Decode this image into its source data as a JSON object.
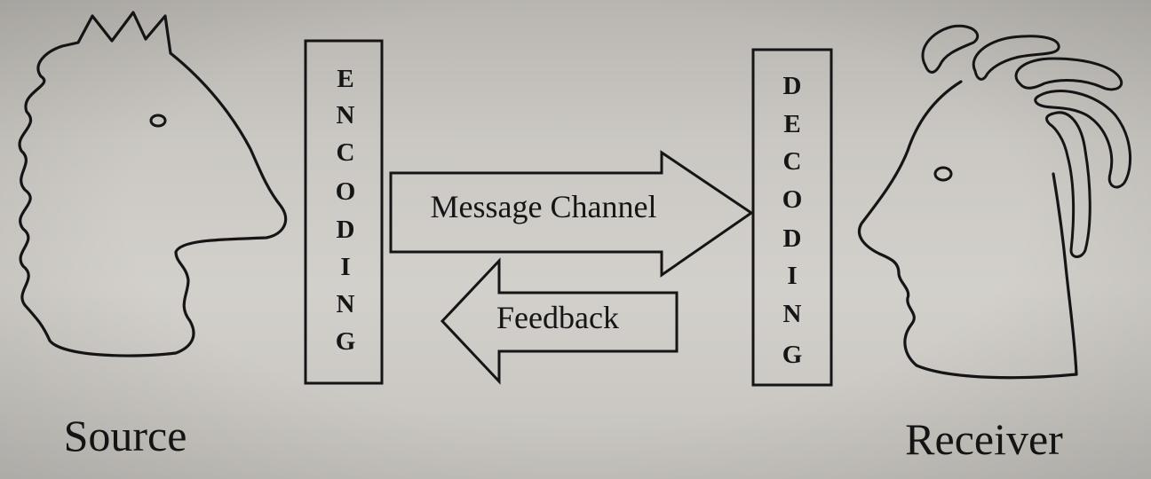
{
  "diagram": {
    "source_label": "Source",
    "receiver_label": "Receiver",
    "encoding_letters": [
      "E",
      "N",
      "C",
      "O",
      "D",
      "I",
      "N",
      "G"
    ],
    "decoding_letters": [
      "D",
      "E",
      "C",
      "O",
      "D",
      "I",
      "N",
      "G"
    ],
    "message_channel_label": "Message Channel",
    "feedback_label": "Feedback"
  },
  "colors": {
    "paper": "#cbc8c3",
    "ink": "#151515"
  }
}
